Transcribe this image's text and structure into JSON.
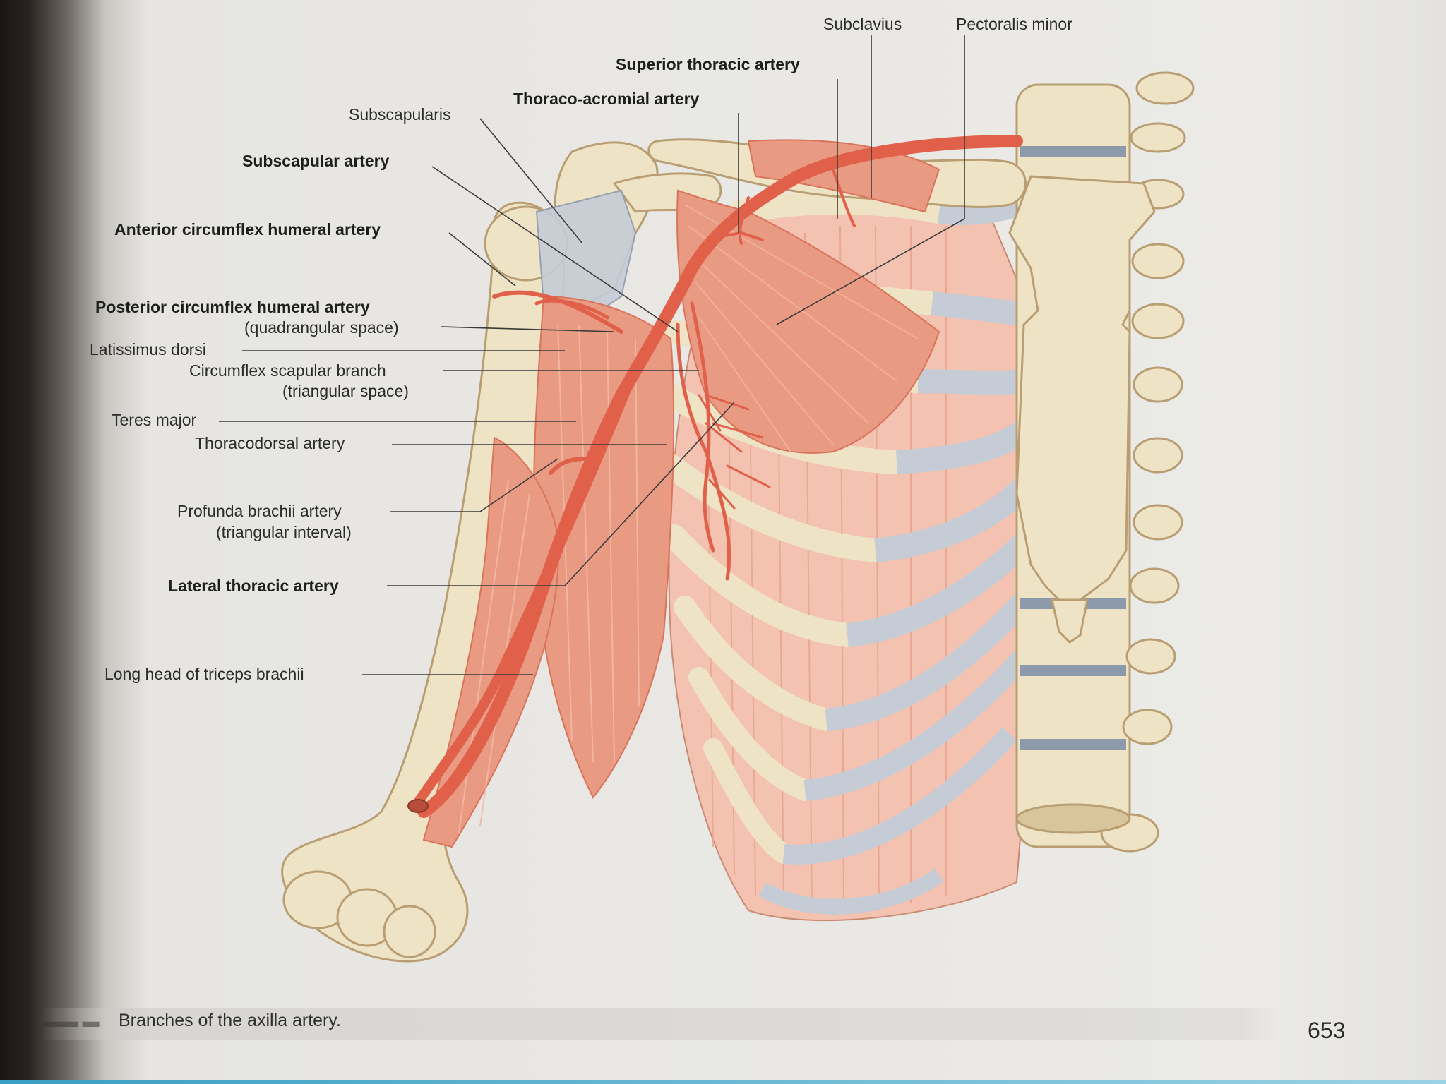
{
  "labels": {
    "subclavius": "Subclavius",
    "pectoralis_minor": "Pectoralis minor",
    "superior_thoracic_artery": "Superior thoracic artery",
    "thoraco_acromial_artery": "Thoraco-acromial artery",
    "subscapularis": "Subscapularis",
    "subscapular_artery": "Subscapular artery",
    "anterior_circumflex_humeral_artery": "Anterior circumflex humeral artery",
    "posterior_circumflex_humeral_artery": "Posterior circumflex humeral artery",
    "quadrangular_space": "(quadrangular space)",
    "latissimus_dorsi": "Latissimus dorsi",
    "circumflex_scapular_branch": "Circumflex scapular branch",
    "triangular_space": "(triangular space)",
    "teres_major": "Teres major",
    "thoracodorsal_artery": "Thoracodorsal artery",
    "profunda_brachii_artery": "Profunda brachii artery",
    "triangular_interval": "(triangular interval)",
    "lateral_thoracic_artery": "Lateral thoracic artery",
    "long_head_triceps": "Long head of triceps brachii"
  },
  "caption": "Branches of the axilla artery.",
  "page_number": "653",
  "colors": {
    "bone": "#efe3c6",
    "bone_shade": "#d8c59c",
    "muscle": "#e99a82",
    "muscle_dark": "#d9735a",
    "artery": "#e0604a",
    "cartilage": "#c5ccd6",
    "rib_muscle": "#f0b7a4",
    "page": "#ebeae6"
  }
}
